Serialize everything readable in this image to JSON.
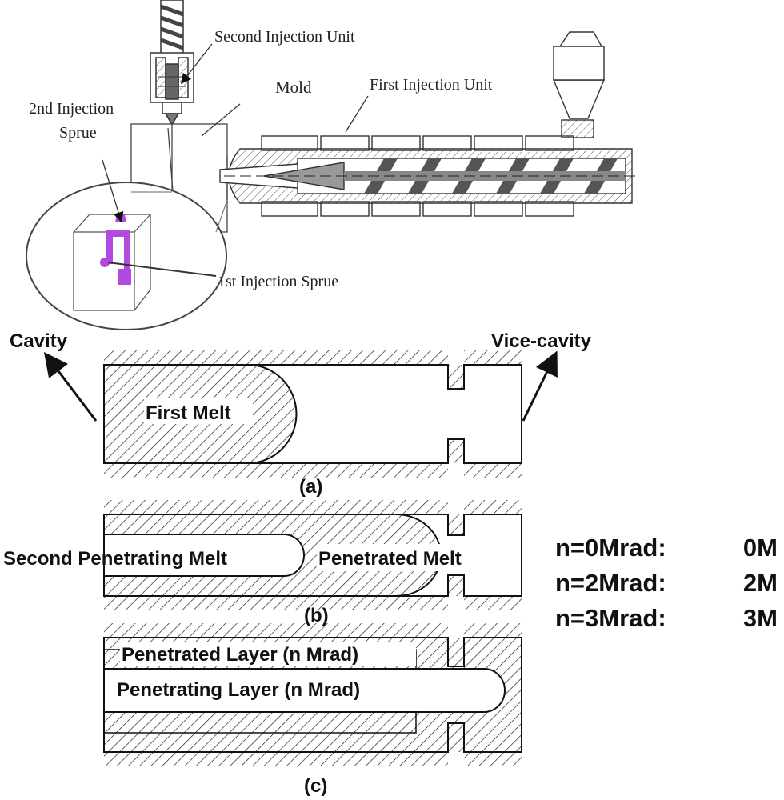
{
  "machine": {
    "second_unit": "Second Injection Unit",
    "mold": "Mold",
    "first_unit": "First Injection Unit",
    "second_sprue_line1": "2nd Injection",
    "second_sprue_line2": "Sprue",
    "first_sprue": "1st Injection Sprue"
  },
  "labels": {
    "cavity": "Cavity",
    "vice_cavity": "Vice-cavity"
  },
  "panels": {
    "a": {
      "caption": "(a)",
      "melt": "First Melt"
    },
    "b": {
      "caption": "(b)",
      "second": "Second Penetrating Melt",
      "penetrated": "Penetrated Melt"
    },
    "c": {
      "caption": "(c)",
      "layer1": "Penetrated Layer  (n Mrad)",
      "layer2": "Penetrating Layer  (n Mrad)"
    }
  },
  "legend": [
    {
      "key": "n=0Mrad:",
      "value": "0M"
    },
    {
      "key": "n=2Mrad:",
      "value": "2M"
    },
    {
      "key": "n=3Mrad:",
      "value": "3M"
    }
  ],
  "colors": {
    "sprue_part": "#b24ae0",
    "line": "#111111"
  }
}
